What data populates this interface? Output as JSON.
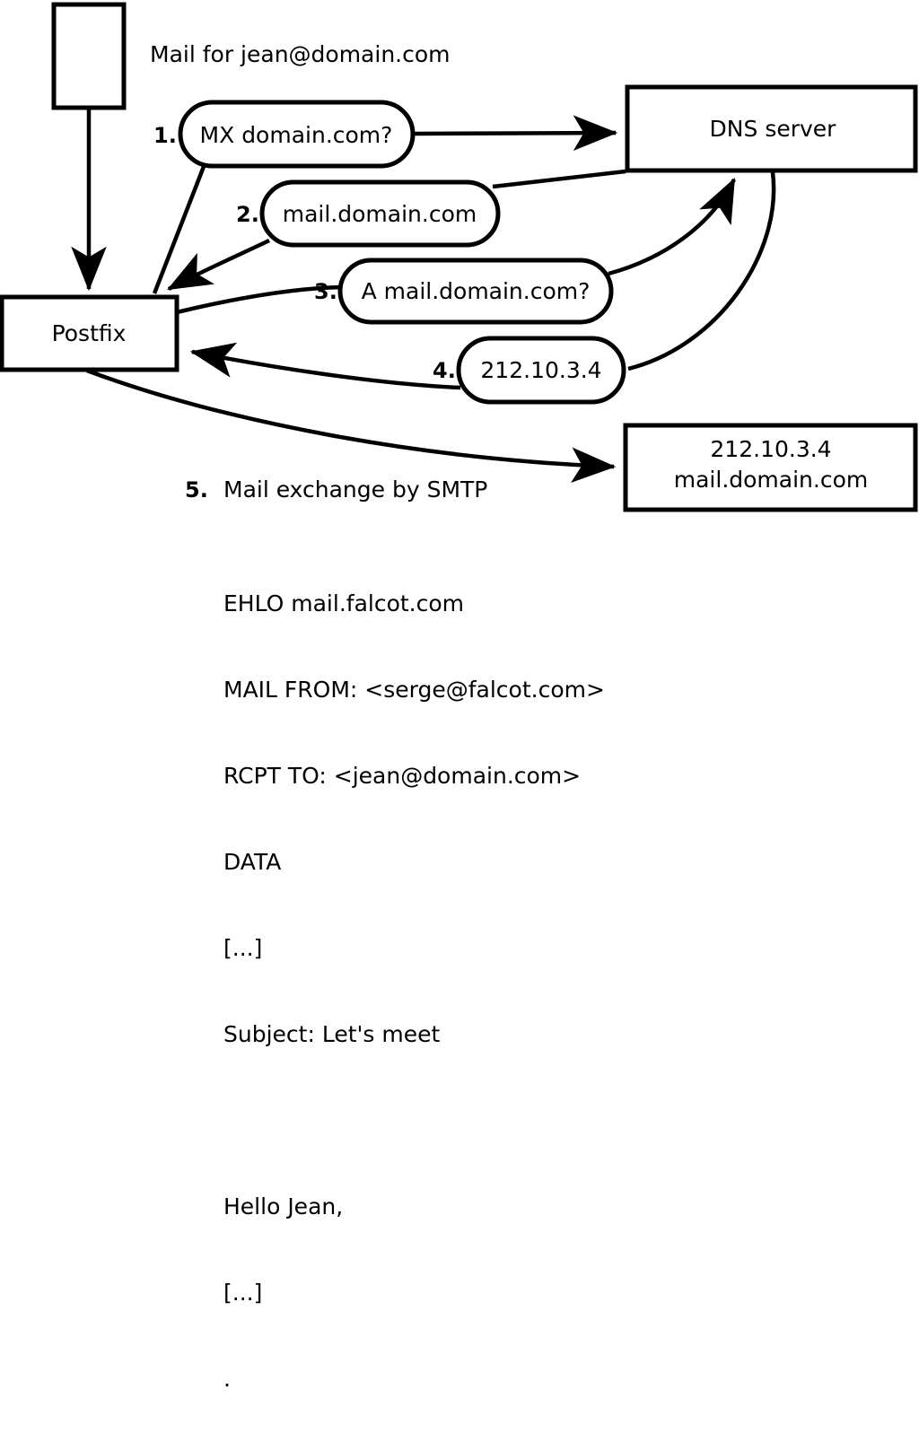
{
  "diagram": {
    "title_caption": "Mail for jean@domain.com",
    "nodes": {
      "source_box": {
        "label": ""
      },
      "postfix": {
        "label": "Postfix"
      },
      "dns": {
        "label": "DNS server"
      },
      "mailserver": {
        "line1": "212.10.3.4",
        "line2": "mail.domain.com"
      }
    },
    "steps": [
      {
        "num": "1.",
        "text": "MX domain.com?"
      },
      {
        "num": "2.",
        "text": "mail.domain.com"
      },
      {
        "num": "3.",
        "text": "A mail.domain.com?"
      },
      {
        "num": "4.",
        "text": "212.10.3.4"
      }
    ],
    "step5": {
      "num": "5.",
      "text": "Mail exchange by SMTP"
    },
    "smtp_transcript": [
      "EHLO mail.falcot.com",
      "MAIL FROM: <serge@falcot.com>",
      "RCPT TO: <jean@domain.com>",
      "DATA",
      "[...]",
      "Subject: Let's meet",
      "",
      "Hello Jean,",
      "[...]",
      "."
    ],
    "colors": {
      "stroke": "#000000",
      "fill": "#ffffff",
      "text": "#000000"
    }
  }
}
